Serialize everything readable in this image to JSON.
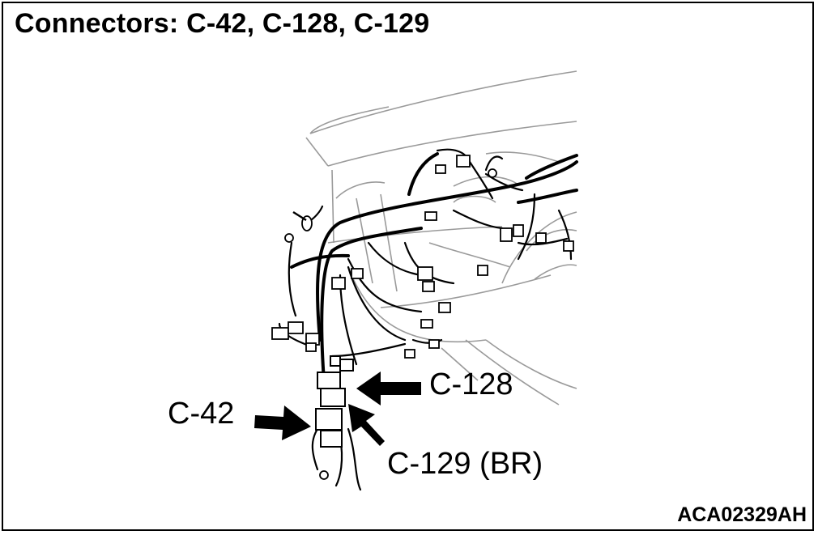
{
  "title": "Connectors: C-42, C-128, C-129",
  "figure_id": "ACA02329AH",
  "callouts": {
    "c42": "C-42",
    "c128": "C-128",
    "c129": "C-129 (BR)"
  },
  "colors": {
    "ink": "#000000",
    "outline": "#9a9a9a",
    "background": "#ffffff"
  }
}
